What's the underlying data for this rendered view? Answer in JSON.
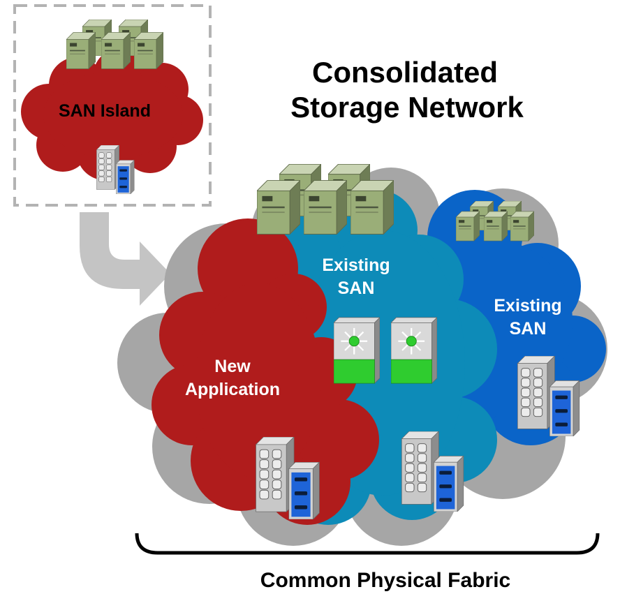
{
  "title": {
    "line1": "Consolidated",
    "line2": "Storage Network"
  },
  "island": {
    "label": "SAN Island"
  },
  "regions": {
    "new_app": {
      "line1": "New",
      "line2": "Application"
    },
    "existing_center": {
      "line1": "Existing",
      "line2": "SAN"
    },
    "existing_right": {
      "line1": "Existing",
      "line2": "SAN"
    }
  },
  "footer": {
    "label": "Common Physical Fabric"
  },
  "colors": {
    "red_cloud": "#b01c1c",
    "teal_cloud": "#0d8bb8",
    "blue_cloud": "#0a64c8",
    "gray_outline": "#a6a6a6",
    "server_green": "#9aae78",
    "storage_gray": "#c8c8c8",
    "storage_blue_panel": "#1e64d8",
    "switch_green": "#2fcc2f",
    "arrow_gray": "#c4c4c4"
  },
  "icons": [
    "server-icon",
    "storage-array-icon",
    "fabric-switch-icon",
    "curved-arrow-icon"
  ]
}
